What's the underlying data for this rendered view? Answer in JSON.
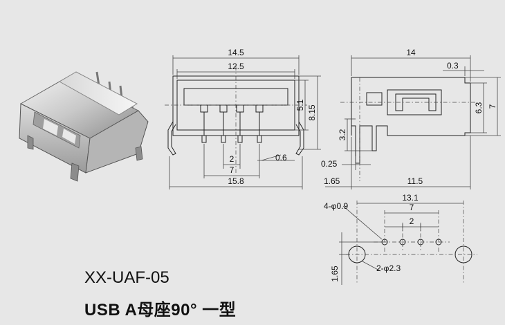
{
  "product": {
    "model": "XX-UAF-05",
    "description": "USB  A母座90°  一型"
  },
  "front_view": {
    "dims": {
      "overall_width": "14.5",
      "inner_width": "12.5",
      "pcb_span": "15.8",
      "pin_span_outer": "7",
      "pin_pitch": "2",
      "pin_width": "0.6",
      "inner_height": "5.1",
      "body_height": "8.15"
    }
  },
  "side_view": {
    "dims": {
      "length": "14",
      "tab": "0.3",
      "height_a": "6.3",
      "height_b": "7",
      "standoff": "3.2",
      "pin_offset": "0.25",
      "front_offset": "1.65",
      "pin_to_back": "11.5"
    }
  },
  "pcb_layout": {
    "dims": {
      "overall": "13.1",
      "pin_span": "7",
      "pin_pitch": "2",
      "hole_small": "4-φ0.9",
      "hole_large": "2-φ2.3",
      "row_offset": "1.65"
    }
  }
}
